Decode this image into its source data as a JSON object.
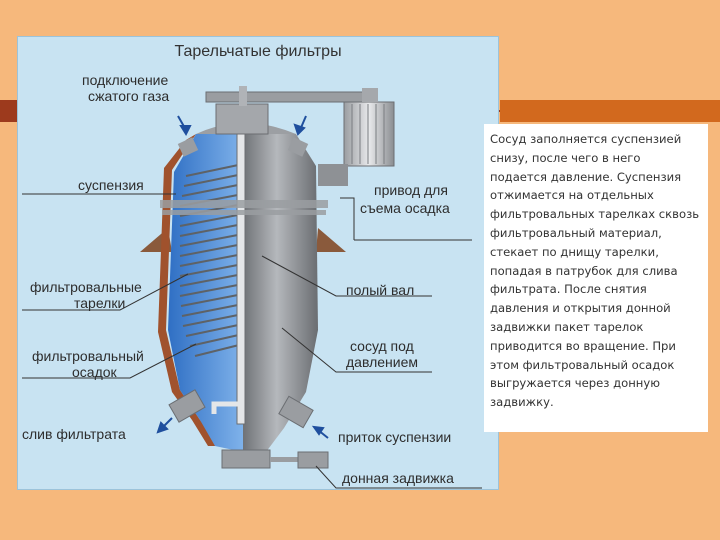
{
  "title": "Тарельчатые фильтры",
  "labels": {
    "gas_line1": "подключение",
    "gas_line2": "сжатого газа",
    "suspension": "суспензия",
    "plates_line1": "фильтровальные",
    "plates_line2": "тарелки",
    "cake_line1": "фильтровальный",
    "cake_line2": "осадок",
    "drain": "слив фильтрата",
    "drive_line1": "привод для",
    "drive_line2": "съема осадка",
    "shaft": "полый вал",
    "vessel_line1": "сосуд под",
    "vessel_line2": "давлением",
    "inflow": "приток суспензии",
    "valve": "донная задвижка"
  },
  "description": "Сосуд заполняется суспензией снизу, после чего в него подается давление. Суспензия отжимается на отдельных фильтровальных тарелках сквозь фильтровальный материал, стекает по днищу тарелки, попадая в патрубок для слива фильтрата. После снятия давления и открытия донной задвижки пакет тарелок приводится во вращение. При этом фильтровальный осадок выгружается через донную задвижку.",
  "colors": {
    "background": "#f6b87c",
    "panel": "#c8e3f2",
    "suspension_blue": "#3a7fd0",
    "vessel_grey": "#8f9296",
    "cake_brown": "#a0522d",
    "arrow_blue": "#1f4f9e"
  }
}
